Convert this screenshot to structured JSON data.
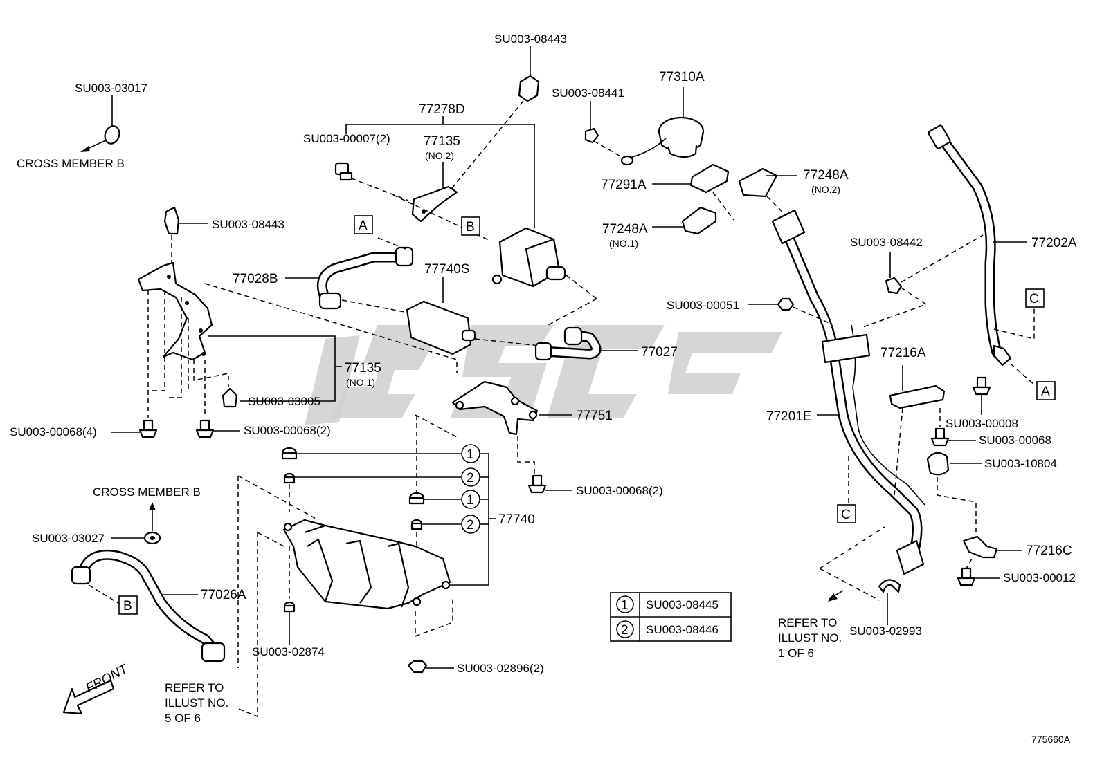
{
  "labels": {
    "su_08443_top": "SU003-08443",
    "su_03017": "SU003-03017",
    "cross_member_b_1": "CROSS MEMBER B",
    "p77278d": "77278D",
    "su_00007": "SU003-00007(2)",
    "p77135_no2": "77135",
    "p77135_no2_sub": "(NO.2)",
    "su_08441": "SU003-08441",
    "p77310a": "77310A",
    "p77291a": "77291A",
    "p77248a_no2": "77248A",
    "p77248a_no2_sub": "(NO.2)",
    "p77248a_no1": "77248A",
    "p77248a_no1_sub": "(NO.1)",
    "su_08443_mid": "SU003-08443",
    "p77028b": "77028B",
    "p77740s": "77740S",
    "su_08442": "SU003-08442",
    "p77202a": "77202A",
    "su_00051": "SU003-00051",
    "p77027": "77027",
    "p77135_no1": "77135",
    "p77135_no1_sub": "(NO.1)",
    "su_03005": "SU003-03005",
    "p77216a": "77216A",
    "p77201e": "77201E",
    "su_00008": "SU003-00008",
    "su_00068_4": "SU003-00068(4)",
    "su_00068_2a": "SU003-00068(2)",
    "p77751": "77751",
    "su_00068_r": "SU003-00068",
    "su_10804": "SU003-10804",
    "su_00068_2b": "SU003-00068(2)",
    "cross_member_b_2": "CROSS MEMBER B",
    "p77740": "77740",
    "su_03027": "SU003-03027",
    "p77216c": "77216C",
    "p77026a": "77026A",
    "su_00012": "SU003-00012",
    "su_02874": "SU003-02874",
    "su_02896": "SU003-02896(2)",
    "su_02993": "SU003-02993",
    "refer_5": [
      "REFER TO",
      "ILLUST NO.",
      "5 OF 6"
    ],
    "refer_1": [
      "REFER TO",
      "ILLUST NO.",
      "1 OF 6"
    ],
    "front": "FRONT",
    "ref_code": "775660A"
  },
  "markers": {
    "A": "A",
    "B": "B",
    "C": "C"
  },
  "legend": [
    {
      "num": "1",
      "part": "SU003-08445"
    },
    {
      "num": "2",
      "part": "SU003-08446"
    }
  ],
  "callout_nums": [
    "1",
    "2",
    "1",
    "2"
  ]
}
